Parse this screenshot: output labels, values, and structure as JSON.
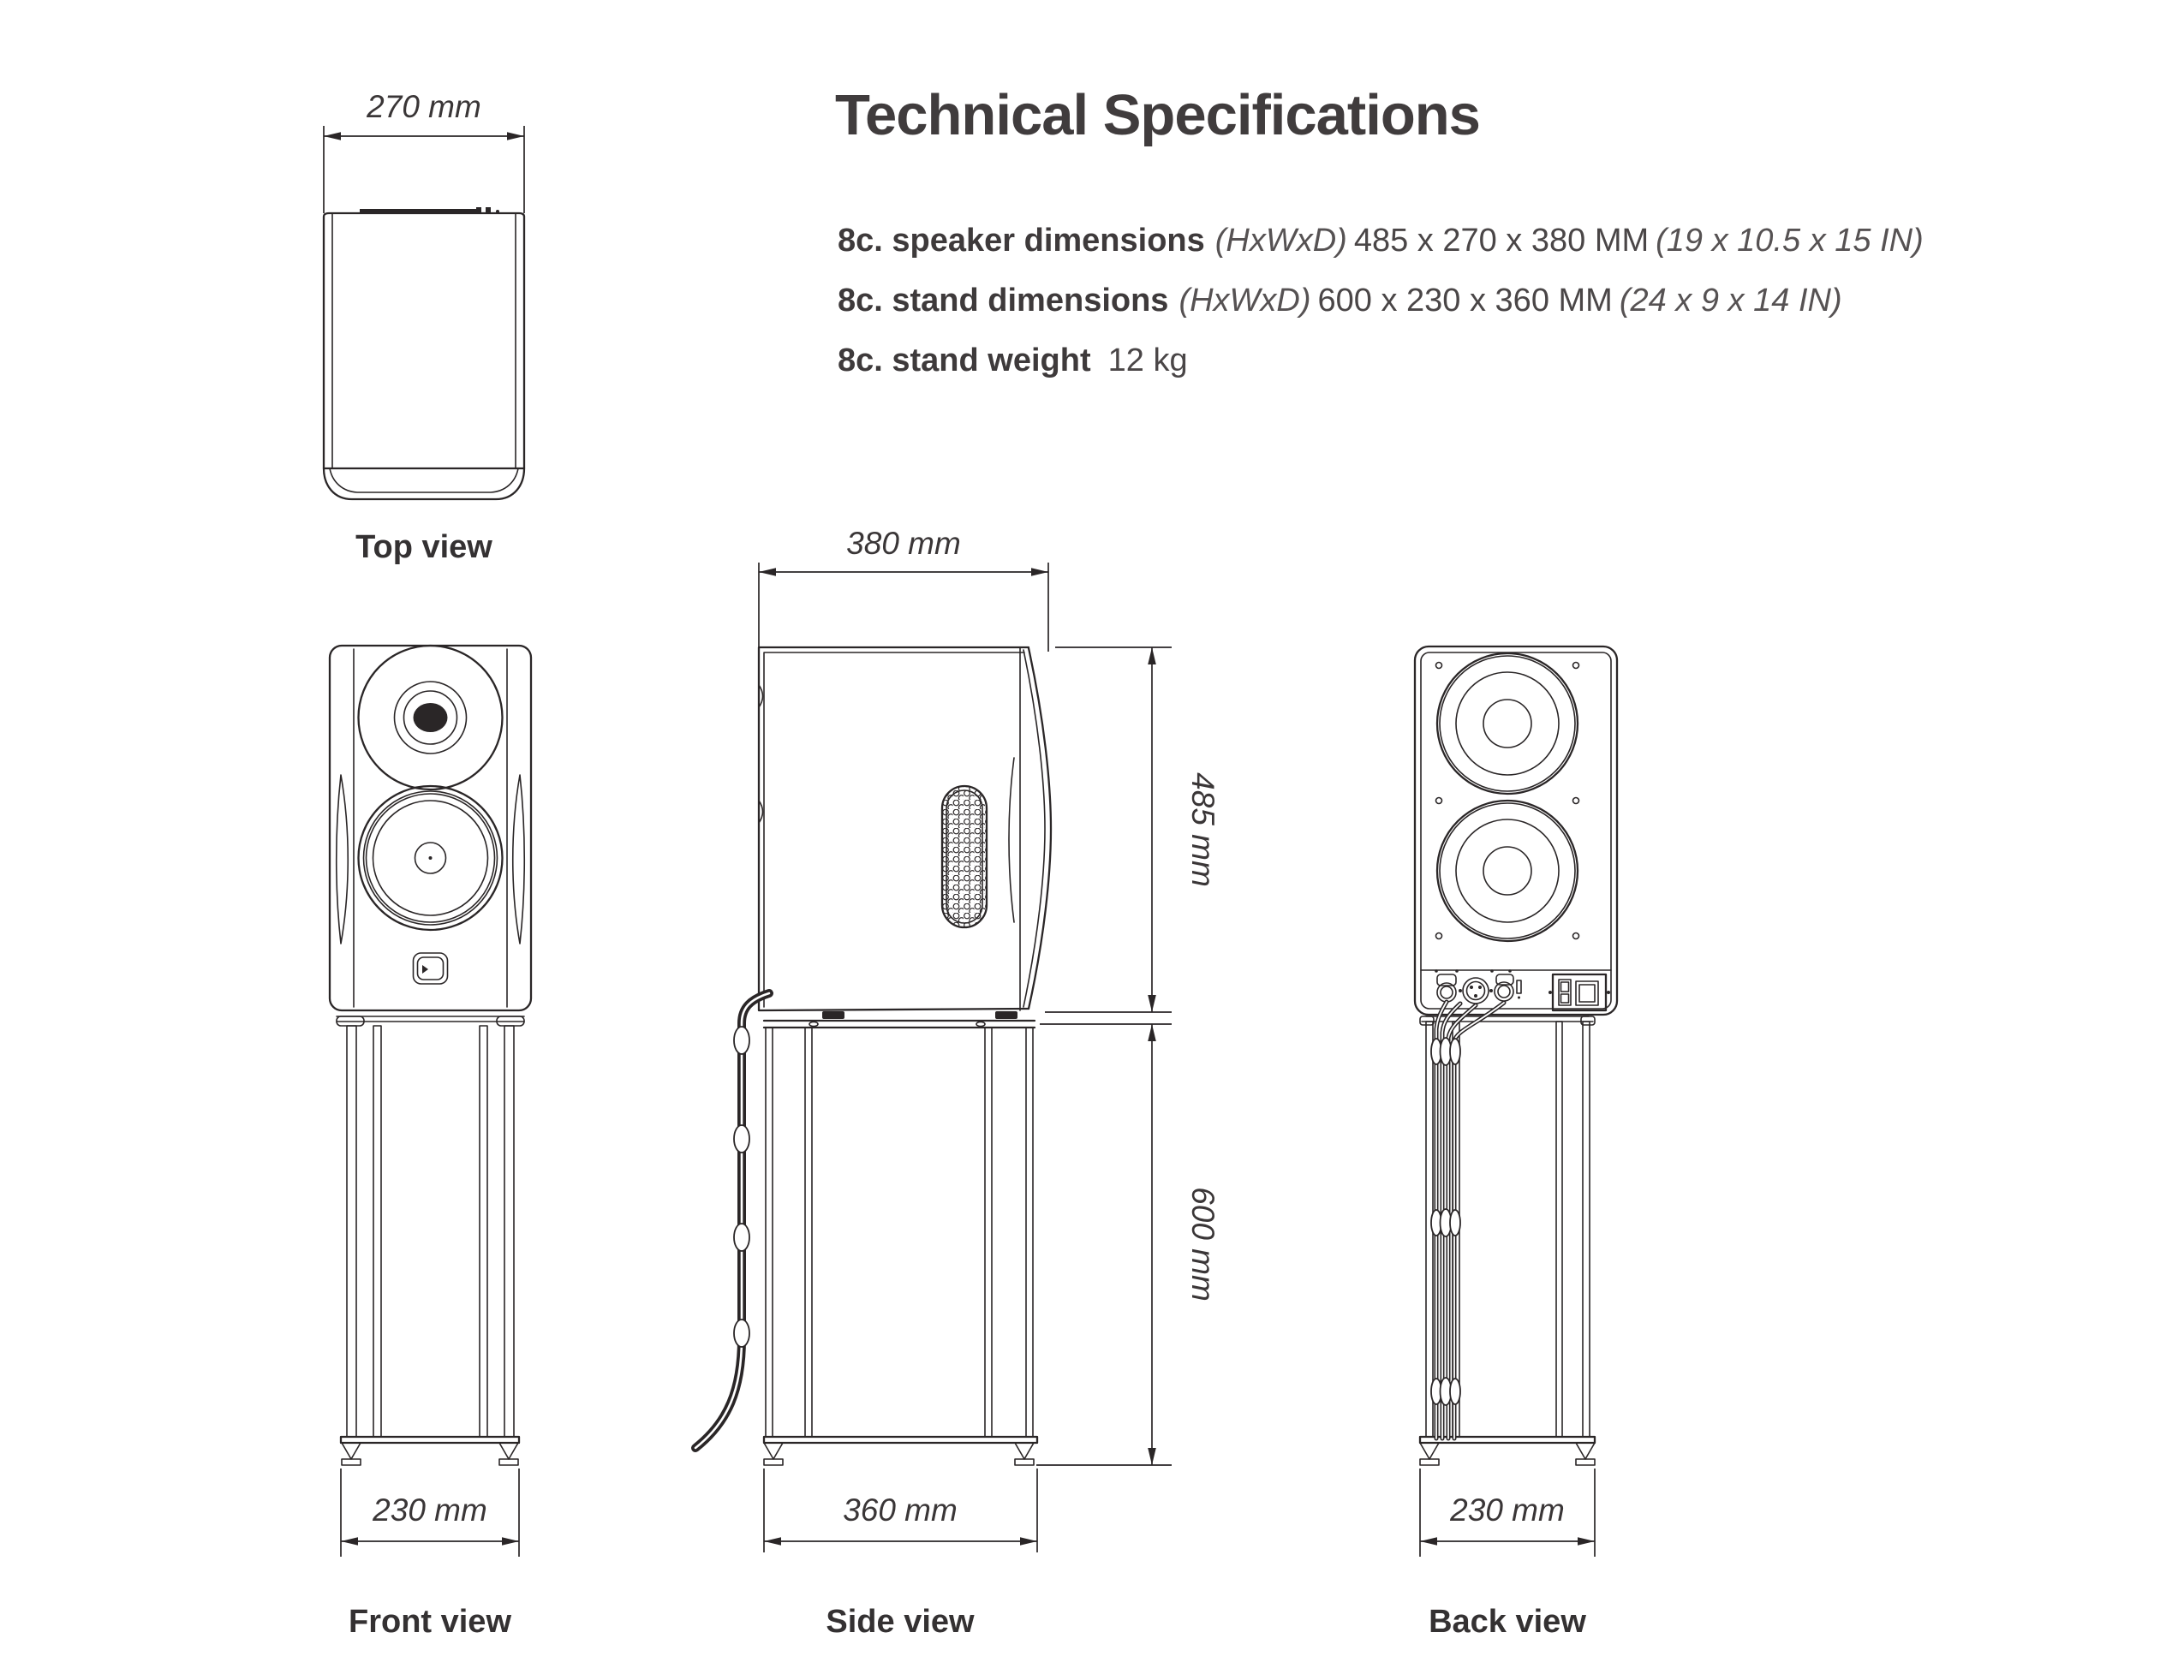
{
  "title": "Technical Specifications",
  "specs": [
    {
      "label": "8c. speaker dimensions",
      "axes": "(HxWxD)",
      "metric": "485 x 270 x 380 MM",
      "imperial": "(19 x 10.5 x 15 IN)"
    },
    {
      "label": "8c. stand dimensions",
      "axes": "(HxWxD)",
      "metric": "600 x 230 x 360 MM",
      "imperial": "(24 x 9 x 14 IN)"
    },
    {
      "label": "8c. stand weight",
      "axes": "",
      "metric": "12 kg",
      "imperial": ""
    }
  ],
  "views": {
    "top": {
      "label": "Top view",
      "width_dim": "270 mm"
    },
    "front": {
      "label": "Front view",
      "base_width_dim": "230 mm"
    },
    "side": {
      "label": "Side view",
      "depth_dim": "380 mm",
      "speaker_height_dim": "485 mm",
      "stand_height_dim": "600 mm",
      "base_depth_dim": "360 mm"
    },
    "back": {
      "label": "Back view",
      "base_width_dim": "230 mm"
    }
  },
  "colors": {
    "line": "#2a2627",
    "text": "#3a3637"
  }
}
